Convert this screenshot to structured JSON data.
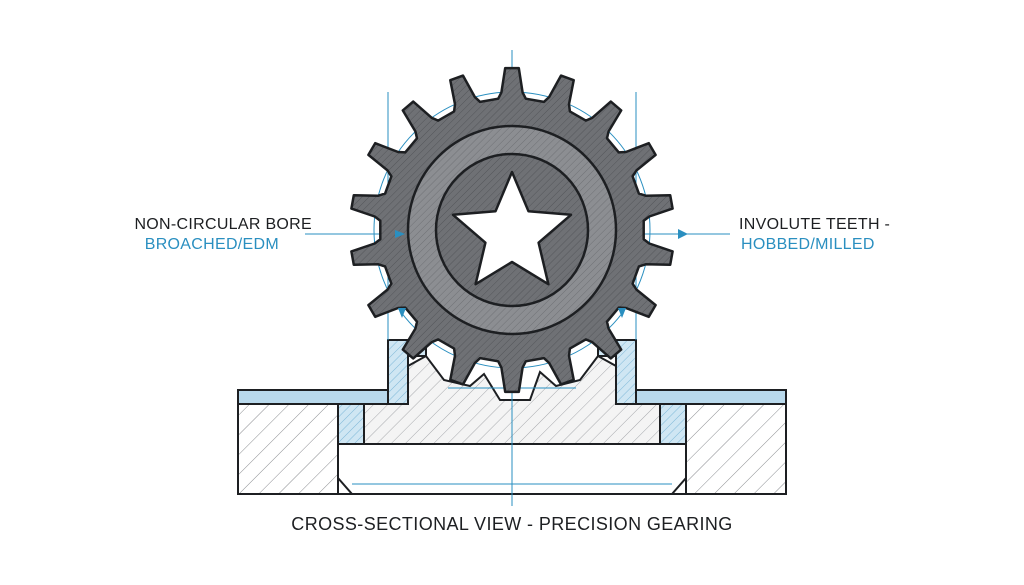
{
  "labels": {
    "left_title": "NON-CIRCULAR BORE",
    "left_subtitle": "BROACHED/EDM",
    "right_title": "INVOLUTE TEETH -",
    "right_subtitle": "HOBBED/MILLED",
    "caption": "CROSS-SECTIONAL VIEW - PRECISION GEARING"
  },
  "colors": {
    "gear_fill": "#6f7175",
    "gear_hub": "#8c8e92",
    "outline": "#1d1f22",
    "accent_blue": "#2a8fc0",
    "light_blue": "#b9d9ec",
    "hatch": "#8a8c90",
    "background": "#ffffff"
  },
  "gear": {
    "teeth": 18,
    "bore_shape": "star-5"
  },
  "icons": {
    "left_arrow": "arrow-left",
    "right_arrow": "arrow-right"
  }
}
